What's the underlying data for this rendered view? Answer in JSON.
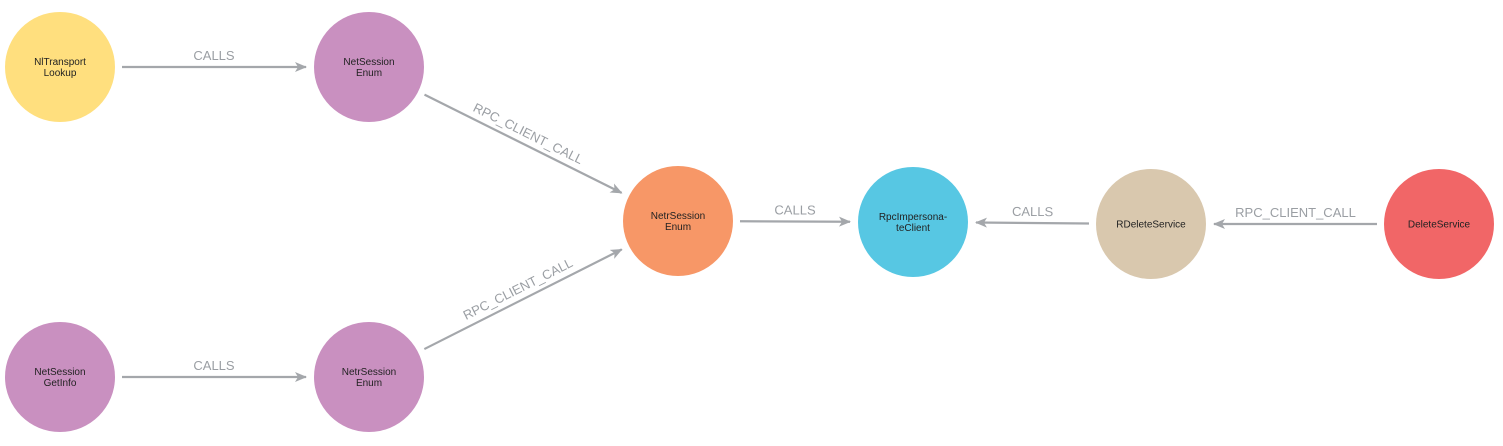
{
  "graph": {
    "nodes": [
      {
        "id": "n1",
        "lines": [
          "NlTransport",
          "Lookup"
        ],
        "color": "#ffdf7e"
      },
      {
        "id": "n2",
        "lines": [
          "NetSession",
          "Enum"
        ],
        "color": "#c990c0"
      },
      {
        "id": "n3",
        "lines": [
          "NetrSession",
          "Enum"
        ],
        "color": "#f79767"
      },
      {
        "id": "n4",
        "lines": [
          "RpcImpersona-",
          "teClient"
        ],
        "color": "#57c7e3"
      },
      {
        "id": "n5",
        "lines": [
          "RDeleteService"
        ],
        "color": "#d9c8ae"
      },
      {
        "id": "n6",
        "lines": [
          "DeleteService"
        ],
        "color": "#f16667"
      },
      {
        "id": "n7",
        "lines": [
          "NetSession",
          "GetInfo"
        ],
        "color": "#c990c0"
      },
      {
        "id": "n8",
        "lines": [
          "NetrSession",
          "Enum"
        ],
        "color": "#c990c0"
      }
    ],
    "edges": [
      {
        "from": "n1",
        "to": "n2",
        "label": "CALLS"
      },
      {
        "from": "n2",
        "to": "n3",
        "label": "RPC_CLIENT_CALL"
      },
      {
        "from": "n8",
        "to": "n3",
        "label": "RPC_CLIENT_CALL"
      },
      {
        "from": "n7",
        "to": "n8",
        "label": "CALLS"
      },
      {
        "from": "n3",
        "to": "n4",
        "label": "CALLS"
      },
      {
        "from": "n5",
        "to": "n4",
        "label": "CALLS"
      },
      {
        "from": "n6",
        "to": "n5",
        "label": "RPC_CLIENT_CALL"
      }
    ],
    "edge_color": "#a4a7ab",
    "edge_label_color": "#9a9ea3"
  }
}
